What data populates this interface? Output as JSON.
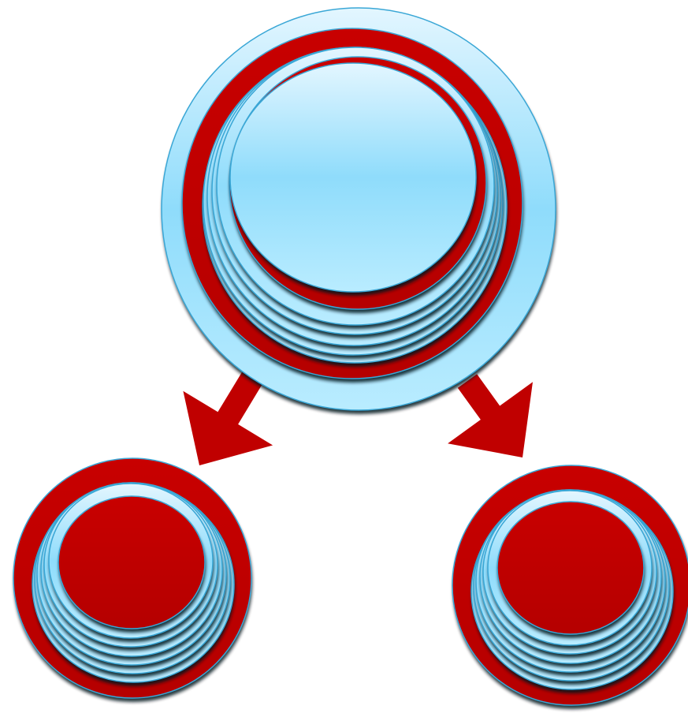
{
  "diagram": {
    "type": "split-diagram",
    "nodes": [
      {
        "id": "parent",
        "role": "source",
        "outer_color": "light-blue",
        "center_color": "light-blue",
        "ring_count": 8
      },
      {
        "id": "child-left",
        "role": "result",
        "outer_color": "red",
        "center_color": "red",
        "ring_count": 7
      },
      {
        "id": "child-right",
        "role": "result",
        "outer_color": "red",
        "center_color": "red",
        "ring_count": 7
      }
    ],
    "arrows": [
      {
        "from": "parent",
        "to": "child-left",
        "icon": "arrow-down-left-icon"
      },
      {
        "from": "parent",
        "to": "child-right",
        "icon": "arrow-down-right-icon"
      }
    ]
  },
  "colors": {
    "blue_light": "#cdeeff",
    "blue": "#8fdcfb",
    "blue_edge": "#3aa7d6",
    "red": "#c00000",
    "shadow": "#05131d",
    "background": "#ffffff"
  }
}
